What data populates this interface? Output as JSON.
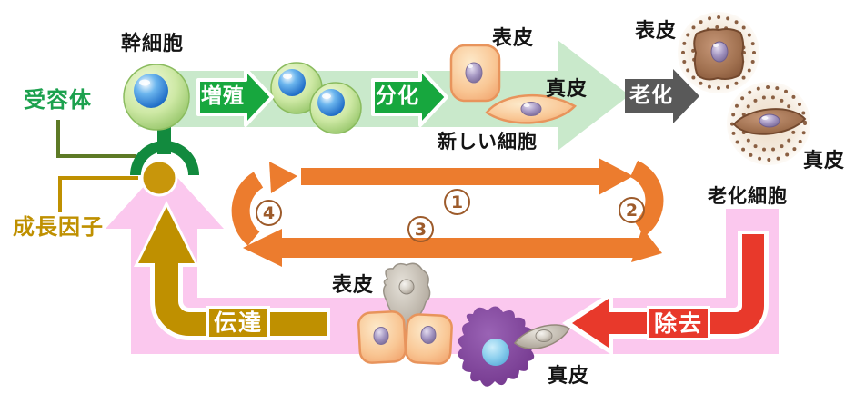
{
  "flow": {
    "stem_cell_label": "幹細胞",
    "proliferation_label": "増殖",
    "differentiation_label": "分化",
    "epidermis_label": "表皮",
    "dermis_label": "真皮",
    "new_cells_label": "新しい細胞",
    "aging_label": "老化"
  },
  "aged": {
    "epidermis_label": "表皮",
    "dermis_label": "真皮",
    "caption": "老化細胞"
  },
  "signaling": {
    "receptor_label": "受容体",
    "growth_factor_label": "成長因子",
    "transmission_label": "伝達"
  },
  "removal": {
    "label": "除去",
    "epidermis_label": "表皮",
    "dermis_label": "真皮"
  },
  "cycle": {
    "step_1": "1",
    "step_2": "2",
    "step_3": "3",
    "step_4": "4"
  },
  "colors": {
    "flow_band_green": "#c9e9cb",
    "action_green": "#17a73e",
    "aging_gray": "#595959",
    "cycle_orange": "#ec7c2e",
    "step_number_brown": "#9d5b2b",
    "pathway_pink": "#fbc8ee",
    "signal_olive": "#bf9000",
    "removal_red": "#e8392b",
    "receptor_green": "#128a3e"
  }
}
